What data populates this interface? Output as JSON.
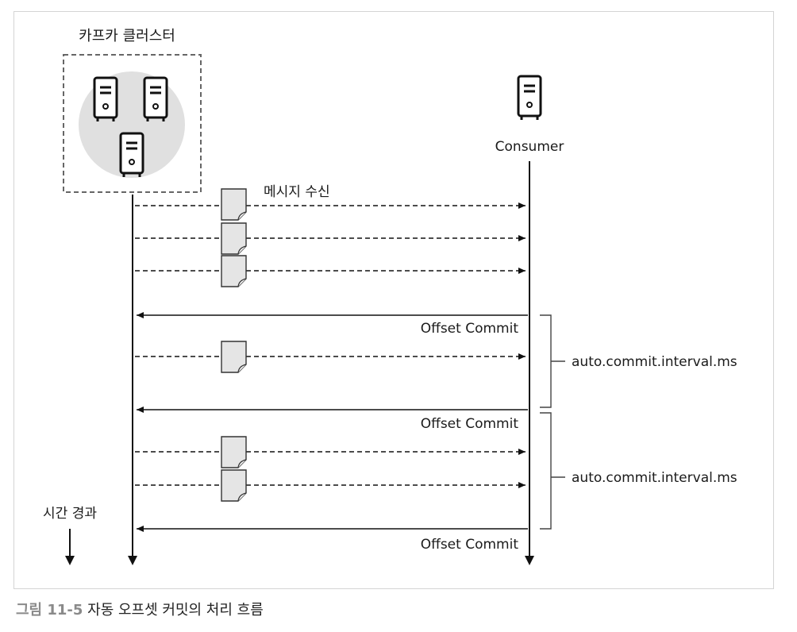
{
  "cluster": {
    "label": "카프카 클러스터"
  },
  "consumer": {
    "label": "Consumer"
  },
  "time": {
    "label": "시간 경과"
  },
  "messages": {
    "receive_label": "메시지 수신"
  },
  "commits": [
    {
      "label": "Offset Commit"
    },
    {
      "label": "Offset Commit"
    },
    {
      "label": "Offset Commit"
    }
  ],
  "intervals": [
    {
      "label": "auto.commit.interval.ms"
    },
    {
      "label": "auto.commit.interval.ms"
    }
  ],
  "caption": {
    "number": "그림 11-5",
    "text": " 자동 오프셋 커밋의 처리 흐름"
  }
}
